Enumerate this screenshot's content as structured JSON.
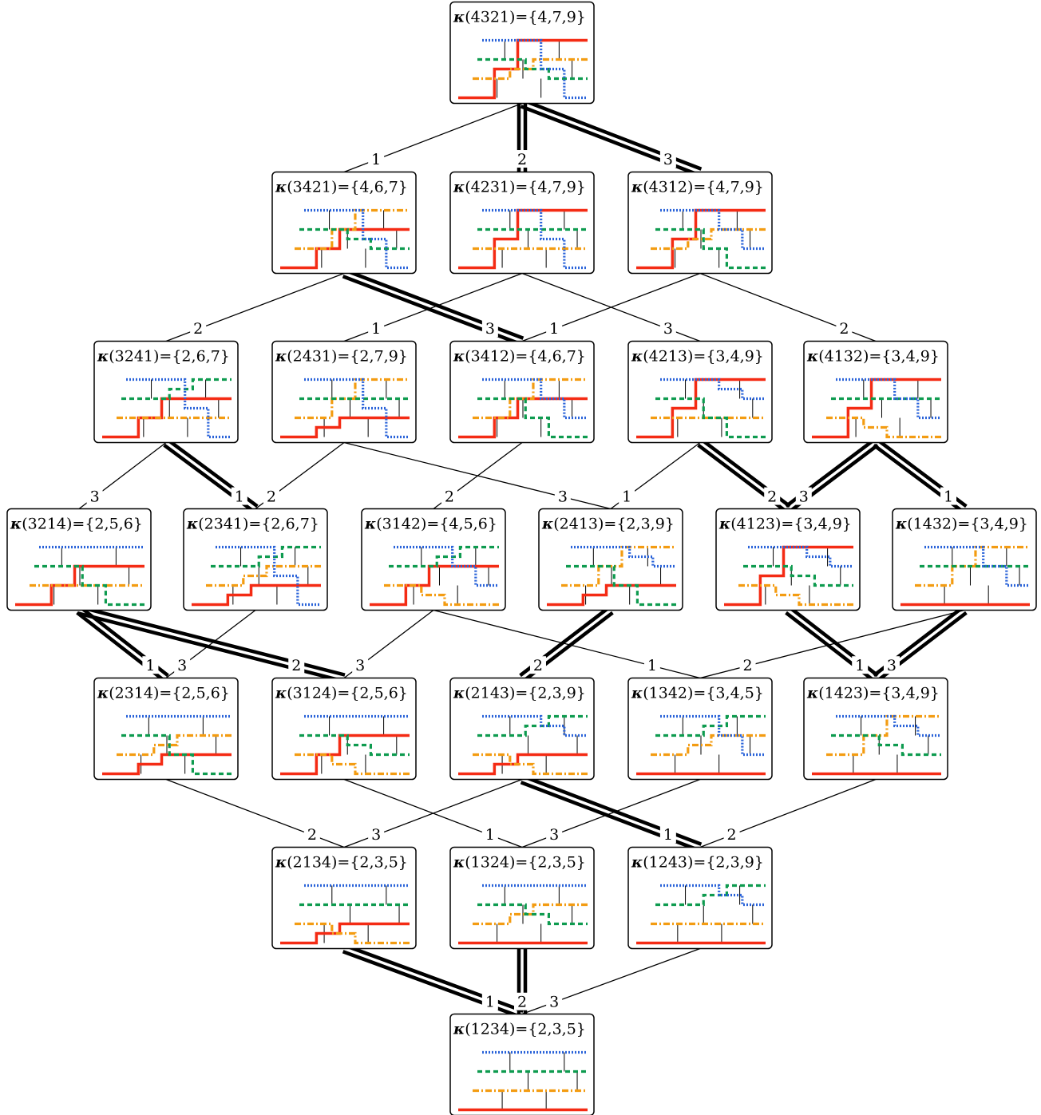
{
  "colors": {
    "red": "#f42b14",
    "orange": "#f39c12",
    "green": "#0e9b4f",
    "blue": "#2a63d9",
    "edge": "#000000",
    "box_border": "#000000",
    "background": "#ffffff"
  },
  "title_symbol": "κ",
  "nodes": [
    {
      "id": "4321",
      "perm": "4321",
      "set": "{4,7,9}",
      "label": "(4321)={4,7,9}"
    },
    {
      "id": "3421",
      "perm": "3421",
      "set": "{4,6,7}",
      "label": "(3421)={4,6,7}"
    },
    {
      "id": "4231",
      "perm": "4231",
      "set": "{4,7,9}",
      "label": "(4231)={4,7,9}"
    },
    {
      "id": "4312",
      "perm": "4312",
      "set": "{4,7,9}",
      "label": "(4312)={4,7,9}"
    },
    {
      "id": "3241",
      "perm": "3241",
      "set": "{2,6,7}",
      "label": "(3241)={2,6,7}"
    },
    {
      "id": "2431",
      "perm": "2431",
      "set": "{2,7,9}",
      "label": "(2431)={2,7,9}"
    },
    {
      "id": "3412",
      "perm": "3412",
      "set": "{4,6,7}",
      "label": "(3412)={4,6,7}"
    },
    {
      "id": "4213",
      "perm": "4213",
      "set": "{3,4,9}",
      "label": "(4213)={3,4,9}"
    },
    {
      "id": "4132",
      "perm": "4132",
      "set": "{3,4,9}",
      "label": "(4132)={3,4,9}"
    },
    {
      "id": "3214",
      "perm": "3214",
      "set": "{2,5,6}",
      "label": "(3214)={2,5,6}"
    },
    {
      "id": "2341",
      "perm": "2341",
      "set": "{2,6,7}",
      "label": "(2341)={2,6,7}"
    },
    {
      "id": "3142",
      "perm": "3142",
      "set": "{4,5,6}",
      "label": "(3142)={4,5,6}"
    },
    {
      "id": "2413",
      "perm": "2413",
      "set": "{2,3,9}",
      "label": "(2413)={2,3,9}"
    },
    {
      "id": "4123",
      "perm": "4123",
      "set": "{3,4,9}",
      "label": "(4123)={3,4,9}"
    },
    {
      "id": "1432",
      "perm": "1432",
      "set": "{3,4,9}",
      "label": "(1432)={3,4,9}"
    },
    {
      "id": "2314",
      "perm": "2314",
      "set": "{2,5,6}",
      "label": "(2314)={2,5,6}"
    },
    {
      "id": "3124",
      "perm": "3124",
      "set": "{2,5,6}",
      "label": "(3124)={2,5,6}"
    },
    {
      "id": "2143",
      "perm": "2143",
      "set": "{2,3,9}",
      "label": "(2143)={2,3,9}"
    },
    {
      "id": "1342",
      "perm": "1342",
      "set": "{3,4,5}",
      "label": "(1342)={3,4,5}"
    },
    {
      "id": "1423",
      "perm": "1423",
      "set": "{3,4,9}",
      "label": "(1423)={3,4,9}"
    },
    {
      "id": "2134",
      "perm": "2134",
      "set": "{2,3,5}",
      "label": "(2134)={2,3,5}"
    },
    {
      "id": "1324",
      "perm": "1324",
      "set": "{2,3,5}",
      "label": "(1324)={2,3,5}"
    },
    {
      "id": "1243",
      "perm": "1243",
      "set": "{2,3,9}",
      "label": "(1243)={2,3,9}"
    },
    {
      "id": "1234",
      "perm": "1234",
      "set": "{2,3,5}",
      "label": "(1234)={2,3,5}"
    }
  ],
  "edges": [
    {
      "from": "4321",
      "to": "3421",
      "label": "1",
      "style": "single"
    },
    {
      "from": "4321",
      "to": "4231",
      "label": "2",
      "style": "double"
    },
    {
      "from": "4321",
      "to": "4312",
      "label": "3",
      "style": "double"
    },
    {
      "from": "3421",
      "to": "3241",
      "label": "2",
      "style": "single"
    },
    {
      "from": "3421",
      "to": "3412",
      "label": "3",
      "style": "double"
    },
    {
      "from": "4231",
      "to": "2431",
      "label": "1",
      "style": "single"
    },
    {
      "from": "4231",
      "to": "4213",
      "label": "3",
      "style": "single"
    },
    {
      "from": "4312",
      "to": "3412",
      "label": "1",
      "style": "single"
    },
    {
      "from": "4312",
      "to": "4132",
      "label": "2",
      "style": "single"
    },
    {
      "from": "3241",
      "to": "3214",
      "label": "3",
      "style": "single"
    },
    {
      "from": "3241",
      "to": "2341",
      "label": "1",
      "style": "double"
    },
    {
      "from": "2431",
      "to": "2341",
      "label": "2",
      "style": "single"
    },
    {
      "from": "2431",
      "to": "2413",
      "label": "3",
      "style": "single"
    },
    {
      "from": "3412",
      "to": "3142",
      "label": "2",
      "style": "single"
    },
    {
      "from": "4213",
      "to": "2413",
      "label": "1",
      "style": "single"
    },
    {
      "from": "4213",
      "to": "4123",
      "label": "2",
      "style": "double"
    },
    {
      "from": "4132",
      "to": "4123",
      "label": "3",
      "style": "double"
    },
    {
      "from": "4132",
      "to": "1432",
      "label": "1",
      "style": "double"
    },
    {
      "from": "3214",
      "to": "2314",
      "label": "1",
      "style": "double"
    },
    {
      "from": "3214",
      "to": "3124",
      "label": "2",
      "style": "double"
    },
    {
      "from": "2341",
      "to": "2314",
      "label": "3",
      "style": "single"
    },
    {
      "from": "3142",
      "to": "3124",
      "label": "3",
      "style": "single"
    },
    {
      "from": "3142",
      "to": "1342",
      "label": "1",
      "style": "single"
    },
    {
      "from": "2413",
      "to": "2143",
      "label": "2",
      "style": "double"
    },
    {
      "from": "4123",
      "to": "1423",
      "label": "1",
      "style": "double"
    },
    {
      "from": "1432",
      "to": "1342",
      "label": "2",
      "style": "single"
    },
    {
      "from": "1432",
      "to": "1423",
      "label": "3",
      "style": "double"
    },
    {
      "from": "2314",
      "to": "2134",
      "label": "2",
      "style": "single"
    },
    {
      "from": "3124",
      "to": "1324",
      "label": "1",
      "style": "single"
    },
    {
      "from": "2143",
      "to": "2134",
      "label": "3",
      "style": "single"
    },
    {
      "from": "2143",
      "to": "1243",
      "label": "1",
      "style": "double"
    },
    {
      "from": "1342",
      "to": "1324",
      "label": "3",
      "style": "single"
    },
    {
      "from": "1423",
      "to": "1243",
      "label": "2",
      "style": "single"
    },
    {
      "from": "2134",
      "to": "1234",
      "label": "1",
      "style": "double"
    },
    {
      "from": "1324",
      "to": "1234",
      "label": "2",
      "style": "double"
    },
    {
      "from": "1243",
      "to": "1234",
      "label": "3",
      "style": "single"
    }
  ]
}
